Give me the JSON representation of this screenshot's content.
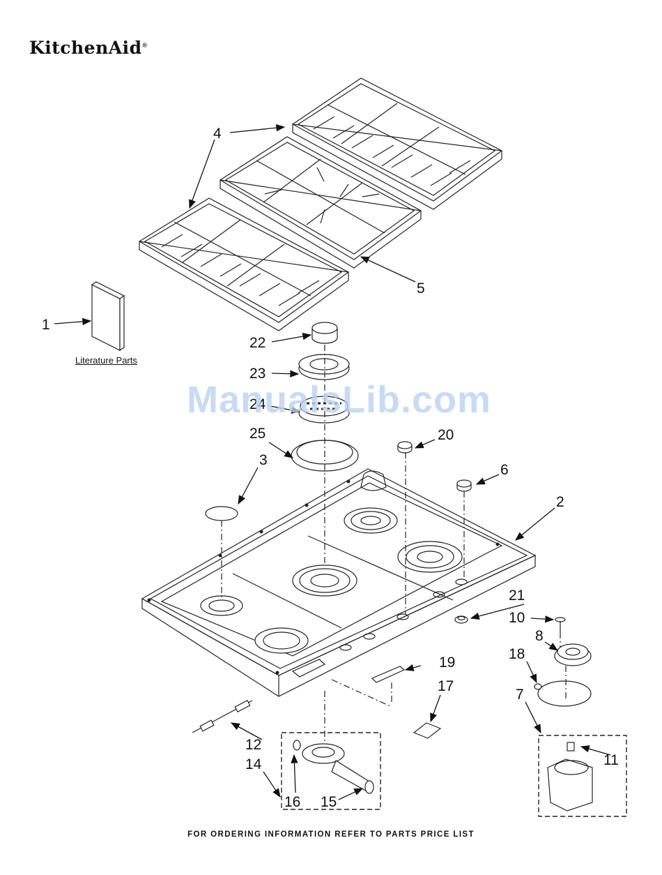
{
  "brand": {
    "name": "KitchenAid",
    "mark": "®"
  },
  "watermark": "ManualsLib.com",
  "literature_label": "Literature Parts",
  "footer": "FOR ORDERING INFORMATION REFER TO PARTS PRICE LIST",
  "callouts": {
    "c1": "1",
    "c2": "2",
    "c3": "3",
    "c4": "4",
    "c5": "5",
    "c6": "6",
    "c7": "7",
    "c8": "8",
    "c10": "10",
    "c11": "11",
    "c12": "12",
    "c14": "14",
    "c15": "15",
    "c16": "16",
    "c17": "17",
    "c18": "18",
    "c19": "19",
    "c20": "20",
    "c21": "21",
    "c22": "22",
    "c23": "23",
    "c24": "24",
    "c25": "25"
  }
}
